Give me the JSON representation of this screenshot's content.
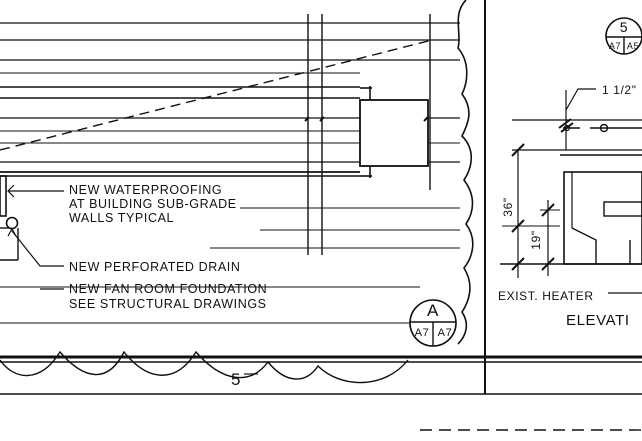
{
  "notes": {
    "waterproofing_line1": "NEW WATERPROOFING",
    "waterproofing_line2": "AT BUILDING SUB-GRADE",
    "waterproofing_line3": "WALLS TYPICAL",
    "drain": "NEW PERFORATED DRAIN",
    "foundation_line1": "NEW FAN ROOM FOUNDATION",
    "foundation_line2": "SEE STRUCTURAL DRAWINGS",
    "heater": "EXIST. HEATER"
  },
  "section_marker_a": {
    "letter": "A",
    "sheet_left": "A7",
    "sheet_right": "A7"
  },
  "section_marker_5": {
    "number": "5",
    "sheet_left": "A7",
    "sheet_right": "A5"
  },
  "dimensions": {
    "upper": "36\"",
    "lower": "19\"",
    "pipe": "1 1/2\""
  },
  "grid_line_label": "5",
  "elevation_title": "ELEVATI",
  "colors": {
    "ink": "#111111",
    "paper": "#ffffff"
  }
}
